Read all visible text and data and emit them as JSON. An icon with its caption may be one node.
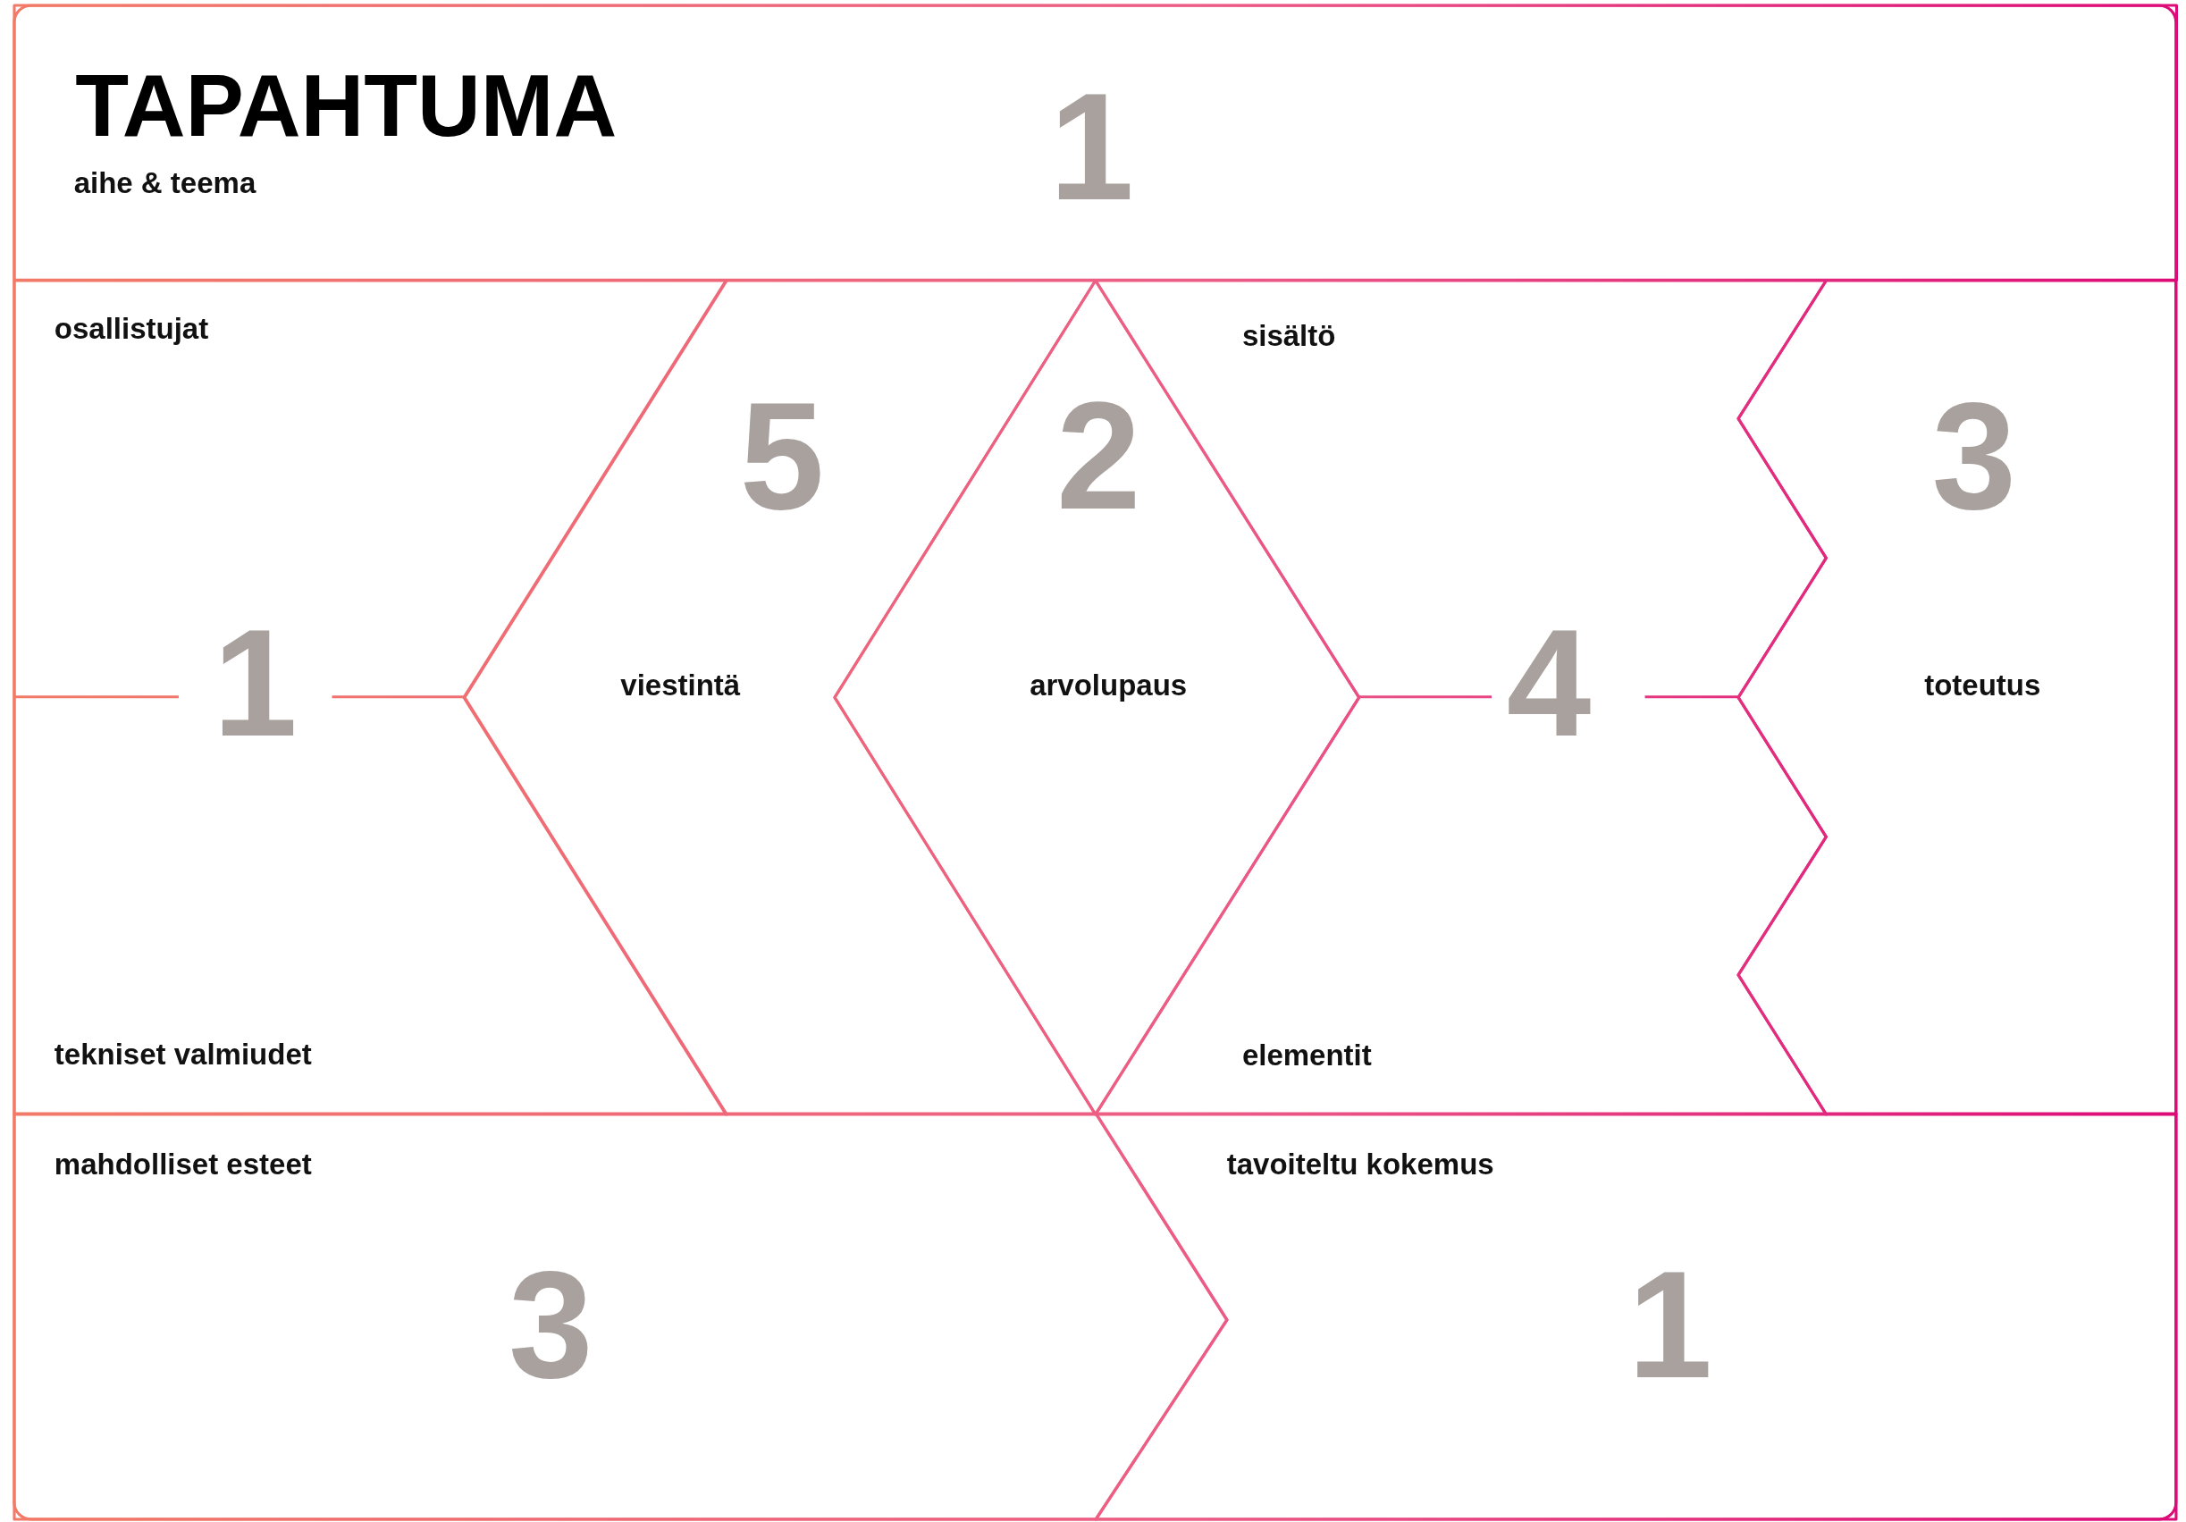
{
  "diagram": {
    "title": "TAPAHTUMA",
    "nodes": [
      {
        "text": [
          "aihe & teema"
        ]
      },
      {
        "text": [
          "osallistujat",
          "tekniset valmiudet"
        ]
      },
      {
        "text": [
          "viestintä"
        ]
      },
      {
        "text": [
          "arvolupaus"
        ]
      },
      {
        "text": [
          "sisältö",
          "elementit"
        ]
      },
      {
        "text": [
          "toteutus"
        ]
      },
      {
        "text": [
          "mahdolliset esteet"
        ]
      },
      {
        "text": [
          "tavoiteltu kokemus"
        ]
      }
    ],
    "labels": [
      "1",
      "5",
      "2",
      "3",
      "1",
      "4",
      "3",
      "1"
    ]
  }
}
